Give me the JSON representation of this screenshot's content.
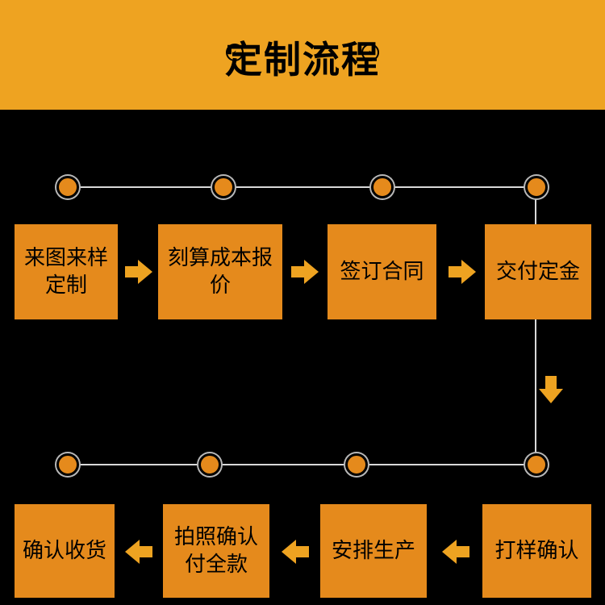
{
  "header": {
    "title": "定制流程",
    "left_icon": "chevron-left-circle-icon",
    "right_icon": "chevron-right-circle-icon",
    "left_glyph": "‹",
    "right_glyph": "›"
  },
  "colors": {
    "banner": "#EEA321",
    "box_fill": "#E58A1C",
    "background": "#000000",
    "connector": "#D9D9D9"
  },
  "steps": [
    {
      "label": "来图来样\n定制"
    },
    {
      "label": "刻算成本报价"
    },
    {
      "label": "签订合同"
    },
    {
      "label": "交付定金"
    },
    {
      "label": "打样确认"
    },
    {
      "label": "安排生产"
    },
    {
      "label": "拍照确认\n付全款"
    },
    {
      "label": "确认收货"
    }
  ]
}
